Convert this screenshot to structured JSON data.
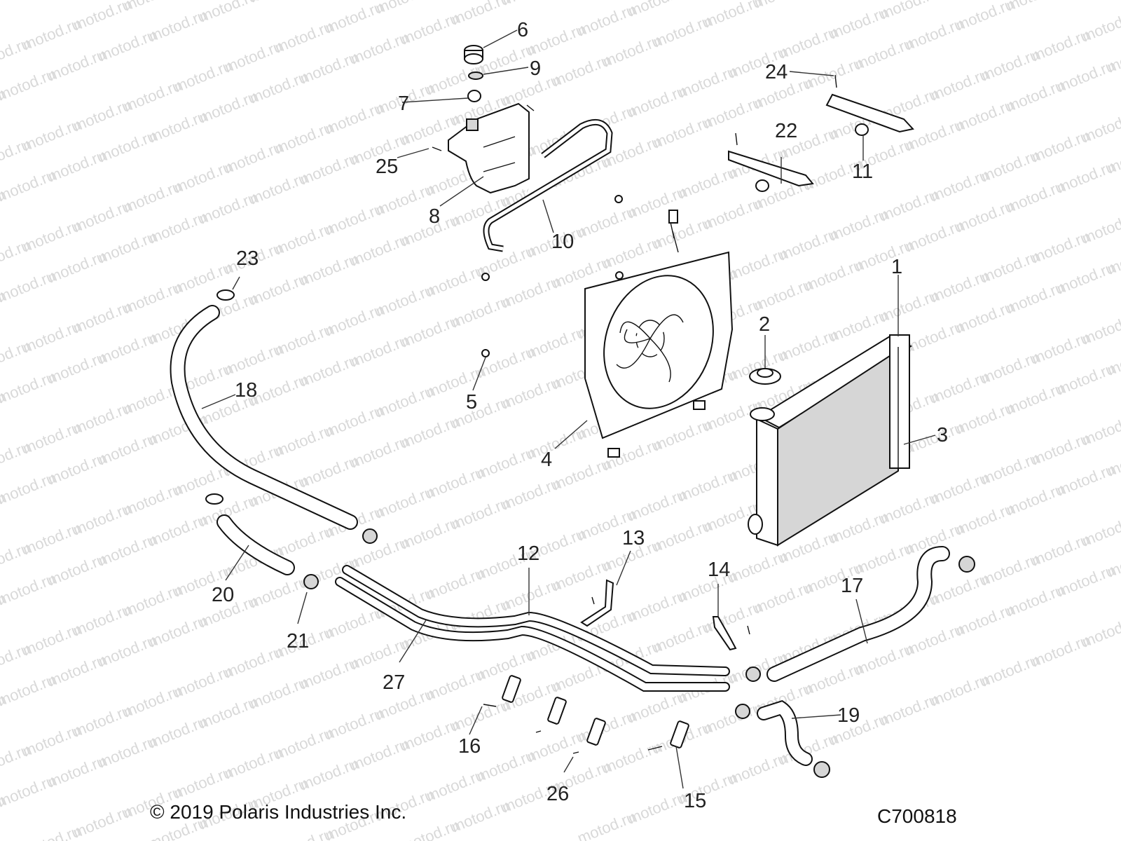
{
  "watermark": "motod.ru",
  "copyright": "© 2019 Polaris Industries Inc.",
  "diagram_code": "C700818",
  "callouts": [
    "1",
    "2",
    "3",
    "4",
    "5",
    "6",
    "7",
    "8",
    "9",
    "10",
    "11",
    "12",
    "13",
    "14",
    "15",
    "16",
    "17",
    "18",
    "19",
    "20",
    "21",
    "22",
    "23",
    "24",
    "25",
    "26",
    "27"
  ]
}
